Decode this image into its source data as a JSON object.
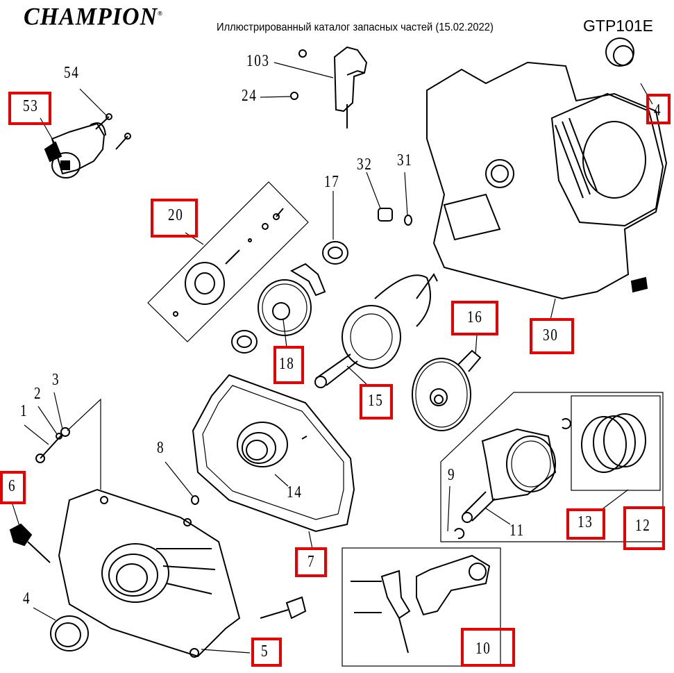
{
  "header": {
    "brand": "CHAMPION",
    "registered_mark": "®",
    "title": "Иллюстрированный каталог запасных частей (15.02.2022)",
    "model": "GTP101E"
  },
  "colors": {
    "highlight": "#e60000",
    "line": "#000000",
    "background": "#ffffff"
  },
  "callouts": [
    {
      "id": "54",
      "part": "starter-bolt",
      "highlighted": false
    },
    {
      "id": "53",
      "part": "electric-starter",
      "highlighted": true
    },
    {
      "id": "103",
      "part": "breather-cover",
      "highlighted": false
    },
    {
      "id": "24",
      "part": "bolt",
      "highlighted": false
    },
    {
      "id": "4",
      "part": "oil-seal-upper",
      "highlighted": true
    },
    {
      "id": "32",
      "part": "drain-plug",
      "highlighted": false
    },
    {
      "id": "31",
      "part": "drain-plug-washer",
      "highlighted": false
    },
    {
      "id": "17",
      "part": "bearing",
      "highlighted": false
    },
    {
      "id": "20",
      "part": "governor-assembly",
      "highlighted": true
    },
    {
      "id": "18",
      "part": "governor-gear",
      "highlighted": true
    },
    {
      "id": "16",
      "part": "camshaft",
      "highlighted": true
    },
    {
      "id": "30",
      "part": "crankcase",
      "highlighted": true
    },
    {
      "id": "15",
      "part": "crankshaft",
      "highlighted": true
    },
    {
      "id": "3",
      "part": "washer",
      "highlighted": false
    },
    {
      "id": "2",
      "part": "spring-washer",
      "highlighted": false
    },
    {
      "id": "1",
      "part": "bolt",
      "highlighted": false
    },
    {
      "id": "8",
      "part": "dowel-pin",
      "highlighted": false
    },
    {
      "id": "14",
      "part": "bearing",
      "highlighted": false
    },
    {
      "id": "6",
      "part": "oil-filler-cap",
      "highlighted": true
    },
    {
      "id": "9",
      "part": "piston-pin-clip",
      "highlighted": false
    },
    {
      "id": "11",
      "part": "piston-pin",
      "highlighted": false
    },
    {
      "id": "13",
      "part": "piston-rings",
      "highlighted": true
    },
    {
      "id": "12",
      "part": "piston-assembly",
      "highlighted": true
    },
    {
      "id": "7",
      "part": "crankcase-cover-gasket",
      "highlighted": true
    },
    {
      "id": "4b",
      "label": "4",
      "part": "oil-seal-lower",
      "highlighted": false
    },
    {
      "id": "5",
      "part": "crankcase-cover",
      "highlighted": true
    },
    {
      "id": "10",
      "part": "connecting-rod",
      "highlighted": true
    }
  ],
  "labels": {
    "c54": "54",
    "c53": "53",
    "c103": "103",
    "c24": "24",
    "c4": "4",
    "c32": "32",
    "c31": "31",
    "c17": "17",
    "c20": "20",
    "c18": "18",
    "c16": "16",
    "c30": "30",
    "c15": "15",
    "c3": "3",
    "c2": "2",
    "c1": "1",
    "c8": "8",
    "c14": "14",
    "c6": "6",
    "c9": "9",
    "c11": "11",
    "c13": "13",
    "c12": "12",
    "c7": "7",
    "c4b": "4",
    "c5": "5",
    "c10": "10"
  }
}
